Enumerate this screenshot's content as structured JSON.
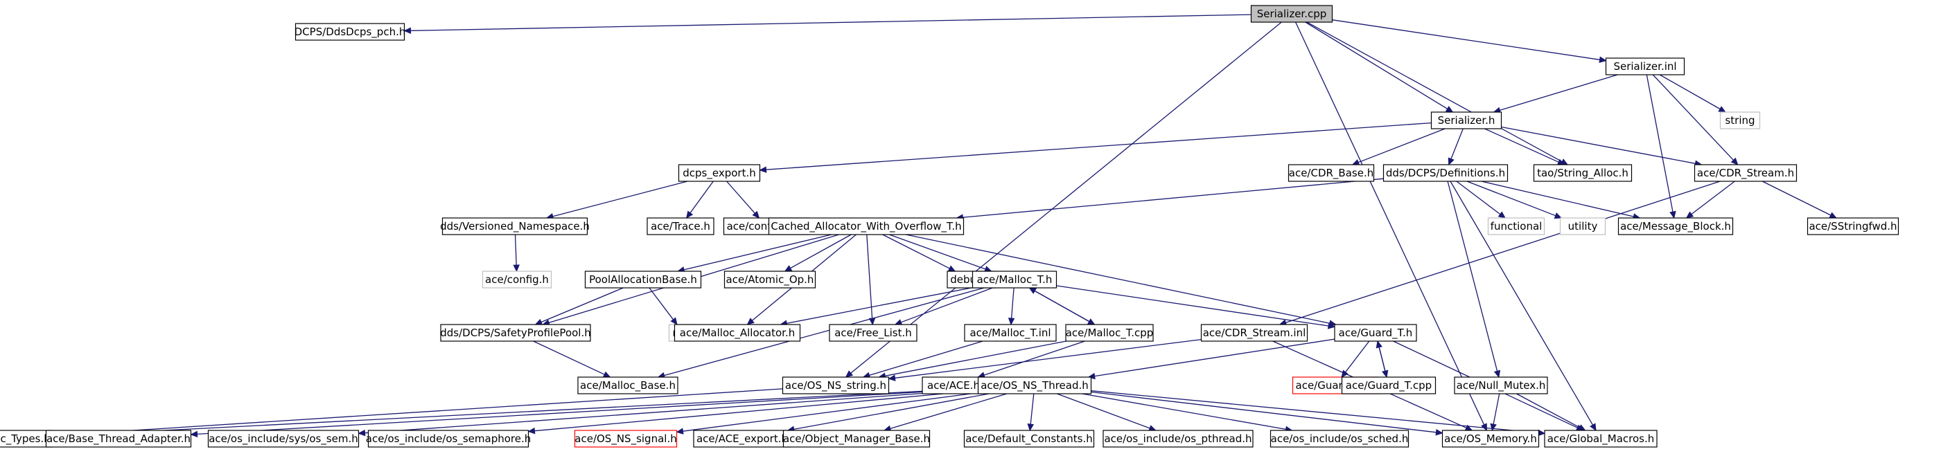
{
  "graph": {
    "title": "",
    "colors": {
      "edge": "#191970",
      "root_fill": "#bfbfbf",
      "missing_border": "#bfbfbf",
      "broken_border": "#ff0000"
    },
    "nodes": [
      {
        "id": "serializer_cpp",
        "label": "Serializer.cpp",
        "kind": "root"
      },
      {
        "id": "dds_dcps_pch",
        "label": "DCPS/DdsDcps_pch.h",
        "kind": "normal"
      },
      {
        "id": "serializer_inl",
        "label": "Serializer.inl",
        "kind": "normal"
      },
      {
        "id": "serializer_h",
        "label": "Serializer.h",
        "kind": "normal"
      },
      {
        "id": "string_std",
        "label": "string",
        "kind": "missing"
      },
      {
        "id": "dcps_export",
        "label": "dcps_export.h",
        "kind": "normal"
      },
      {
        "id": "cdr_base",
        "label": "ace/CDR_Base.h",
        "kind": "normal"
      },
      {
        "id": "definitions",
        "label": "dds/DCPS/Definitions.h",
        "kind": "normal"
      },
      {
        "id": "string_alloc",
        "label": "tao/String_Alloc.h",
        "kind": "normal"
      },
      {
        "id": "cdr_stream_h",
        "label": "ace/CDR_Stream.h",
        "kind": "normal"
      },
      {
        "id": "versioned_ns",
        "label": "dds/Versioned_Namespace.h",
        "kind": "normal"
      },
      {
        "id": "trace",
        "label": "ace/Trace.h",
        "kind": "normal"
      },
      {
        "id": "config_all",
        "label": "ace/config-all.h",
        "kind": "normal"
      },
      {
        "id": "cached_alloc",
        "label": "Cached_Allocator_With_Overflow_T.h",
        "kind": "normal"
      },
      {
        "id": "functional",
        "label": "functional",
        "kind": "missing"
      },
      {
        "id": "utility",
        "label": "utility",
        "kind": "missing"
      },
      {
        "id": "message_block",
        "label": "ace/Message_Block.h",
        "kind": "normal"
      },
      {
        "id": "sstringfwd",
        "label": "ace/SStringfwd.h",
        "kind": "normal"
      },
      {
        "id": "ace_config",
        "label": "ace/config.h",
        "kind": "missing"
      },
      {
        "id": "pool_alloc",
        "label": "PoolAllocationBase.h",
        "kind": "normal"
      },
      {
        "id": "atomic_op",
        "label": "ace/Atomic_Op.h",
        "kind": "normal"
      },
      {
        "id": "debug",
        "label": "debug.h",
        "kind": "normal"
      },
      {
        "id": "malloc_t_h",
        "label": "ace/Malloc_T.h",
        "kind": "normal"
      },
      {
        "id": "new_std",
        "label": "new",
        "kind": "missing"
      },
      {
        "id": "safety_pool",
        "label": "dds/DCPS/SafetyProfilePool.h",
        "kind": "normal"
      },
      {
        "id": "malloc_allocator",
        "label": "ace/Malloc_Allocator.h",
        "kind": "normal"
      },
      {
        "id": "free_list",
        "label": "ace/Free_List.h",
        "kind": "normal"
      },
      {
        "id": "malloc_t_inl",
        "label": "ace/Malloc_T.inl",
        "kind": "normal"
      },
      {
        "id": "malloc_t_cpp",
        "label": "ace/Malloc_T.cpp",
        "kind": "normal"
      },
      {
        "id": "cdr_stream_inl",
        "label": "ace/CDR_Stream.inl",
        "kind": "normal"
      },
      {
        "id": "guard_t_h",
        "label": "ace/Guard_T.h",
        "kind": "normal"
      },
      {
        "id": "malloc_base",
        "label": "ace/Malloc_Base.h",
        "kind": "normal"
      },
      {
        "id": "os_ns_string",
        "label": "ace/OS_NS_string.h",
        "kind": "normal"
      },
      {
        "id": "ace_h",
        "label": "ace/ACE.h",
        "kind": "normal"
      },
      {
        "id": "os_ns_thread",
        "label": "ace/OS_NS_Thread.h",
        "kind": "normal"
      },
      {
        "id": "guard_t_inl",
        "label": "ace/Guard_T.inl",
        "kind": "broken"
      },
      {
        "id": "guard_t_cpp",
        "label": "ace/Guard_T.cpp",
        "kind": "normal"
      },
      {
        "id": "null_mutex",
        "label": "ace/Null_Mutex.h",
        "kind": "normal"
      },
      {
        "id": "basic_types",
        "label": "ace/Basic_Types.h",
        "kind": "normal"
      },
      {
        "id": "base_thread_adapter",
        "label": "ace/Base_Thread_Adapter.h",
        "kind": "normal"
      },
      {
        "id": "os_sem",
        "label": "ace/os_include/sys/os_sem.h",
        "kind": "normal"
      },
      {
        "id": "os_semaphore",
        "label": "ace/os_include/os_semaphore.h",
        "kind": "normal"
      },
      {
        "id": "os_ns_signal",
        "label": "ace/OS_NS_signal.h",
        "kind": "broken"
      },
      {
        "id": "ace_export",
        "label": "ace/ACE_export.h",
        "kind": "normal"
      },
      {
        "id": "object_manager_base",
        "label": "ace/Object_Manager_Base.h",
        "kind": "normal"
      },
      {
        "id": "default_constants",
        "label": "ace/Default_Constants.h",
        "kind": "normal"
      },
      {
        "id": "os_pthread",
        "label": "ace/os_include/os_pthread.h",
        "kind": "normal"
      },
      {
        "id": "os_sched",
        "label": "ace/os_include/os_sched.h",
        "kind": "normal"
      },
      {
        "id": "os_memory",
        "label": "ace/OS_Memory.h",
        "kind": "normal"
      },
      {
        "id": "global_macros",
        "label": "ace/Global_Macros.h",
        "kind": "normal"
      }
    ],
    "edges": [
      [
        "serializer_cpp",
        "dds_dcps_pch"
      ],
      [
        "serializer_cpp",
        "serializer_inl"
      ],
      [
        "serializer_cpp",
        "serializer_h"
      ],
      [
        "serializer_cpp",
        "string_alloc"
      ],
      [
        "serializer_cpp",
        "os_ns_string"
      ],
      [
        "serializer_cpp",
        "os_memory"
      ],
      [
        "serializer_inl",
        "serializer_h"
      ],
      [
        "serializer_inl",
        "string_std"
      ],
      [
        "serializer_inl",
        "cdr_stream_h"
      ],
      [
        "serializer_inl",
        "message_block"
      ],
      [
        "serializer_h",
        "dcps_export"
      ],
      [
        "serializer_h",
        "cdr_base"
      ],
      [
        "serializer_h",
        "definitions"
      ],
      [
        "serializer_h",
        "string_alloc"
      ],
      [
        "serializer_h",
        "cdr_stream_h"
      ],
      [
        "dcps_export",
        "versioned_ns"
      ],
      [
        "dcps_export",
        "trace"
      ],
      [
        "dcps_export",
        "config_all"
      ],
      [
        "versioned_ns",
        "ace_config"
      ],
      [
        "definitions",
        "cached_alloc"
      ],
      [
        "definitions",
        "functional"
      ],
      [
        "definitions",
        "utility"
      ],
      [
        "definitions",
        "message_block"
      ],
      [
        "definitions",
        "null_mutex"
      ],
      [
        "definitions",
        "global_macros"
      ],
      [
        "cdr_stream_h",
        "message_block"
      ],
      [
        "cdr_stream_h",
        "sstringfwd"
      ],
      [
        "cdr_stream_h",
        "cdr_stream_inl"
      ],
      [
        "cached_alloc",
        "safety_pool"
      ],
      [
        "cached_alloc",
        "pool_alloc"
      ],
      [
        "cached_alloc",
        "atomic_op"
      ],
      [
        "cached_alloc",
        "debug"
      ],
      [
        "cached_alloc",
        "malloc_t_h"
      ],
      [
        "cached_alloc",
        "malloc_allocator"
      ],
      [
        "cached_alloc",
        "free_list"
      ],
      [
        "cached_alloc",
        "guard_t_h"
      ],
      [
        "pool_alloc",
        "safety_pool"
      ],
      [
        "pool_alloc",
        "new_std"
      ],
      [
        "safety_pool",
        "malloc_base"
      ],
      [
        "malloc_t_h",
        "malloc_allocator"
      ],
      [
        "malloc_t_h",
        "free_list"
      ],
      [
        "malloc_t_h",
        "malloc_t_inl"
      ],
      [
        "malloc_t_h",
        "malloc_t_cpp"
      ],
      [
        "malloc_t_h",
        "guard_t_h"
      ],
      [
        "malloc_t_h",
        "malloc_base"
      ],
      [
        "malloc_t_cpp",
        "malloc_t_h"
      ],
      [
        "malloc_t_cpp",
        "os_ns_string"
      ],
      [
        "malloc_t_cpp",
        "ace_h"
      ],
      [
        "malloc_t_inl",
        "os_ns_string"
      ],
      [
        "cdr_stream_inl",
        "os_ns_string"
      ],
      [
        "cdr_stream_inl",
        "os_memory"
      ],
      [
        "guard_t_h",
        "os_ns_thread"
      ],
      [
        "guard_t_h",
        "guard_t_inl"
      ],
      [
        "guard_t_h",
        "guard_t_cpp"
      ],
      [
        "guard_t_h",
        "global_macros"
      ],
      [
        "guard_t_cpp",
        "guard_t_h"
      ],
      [
        "null_mutex",
        "os_memory"
      ],
      [
        "null_mutex",
        "global_macros"
      ],
      [
        "os_ns_string",
        "basic_types"
      ],
      [
        "os_ns_thread",
        "basic_types"
      ],
      [
        "os_ns_thread",
        "base_thread_adapter"
      ],
      [
        "os_ns_thread",
        "os_sem"
      ],
      [
        "os_ns_thread",
        "os_semaphore"
      ],
      [
        "os_ns_thread",
        "os_ns_signal"
      ],
      [
        "os_ns_thread",
        "ace_export"
      ],
      [
        "os_ns_thread",
        "object_manager_base"
      ],
      [
        "os_ns_thread",
        "default_constants"
      ],
      [
        "os_ns_thread",
        "os_pthread"
      ],
      [
        "os_ns_thread",
        "os_sched"
      ],
      [
        "os_ns_thread",
        "os_memory"
      ],
      [
        "os_ns_thread",
        "global_macros"
      ]
    ]
  }
}
